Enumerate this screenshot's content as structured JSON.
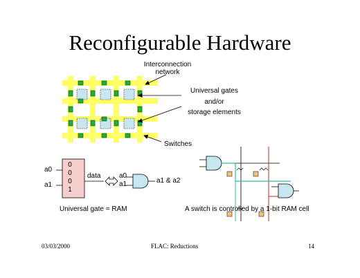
{
  "slide": {
    "title": "Reconfigurable Hardware"
  },
  "fpga_diagram": {
    "interconnect_line1": "Interconnection",
    "interconnect_line2": "network",
    "gates_line1": "Universal gates",
    "gates_line2": "and/or",
    "gates_line3": "storage elements",
    "switches": "Switches"
  },
  "ram_gate": {
    "input_a0": "a0",
    "input_a1": "a1",
    "bits": [
      "0",
      "0",
      "0",
      "1"
    ],
    "data_label": "data",
    "gate_in_a0": "a0",
    "gate_in_a1": "a1",
    "output": "a1 & a2",
    "caption": "Universal gate = RAM"
  },
  "switch_diagram": {
    "caption": "A switch is controlled by a 1-bit RAM cell"
  },
  "colors": {
    "interconnect": "#ffff66",
    "switch": "#22aa44",
    "gate_block": "#c8e6f0",
    "wire_teal": "#33bbaa",
    "wire_red": "#cc2222"
  },
  "footer": {
    "date": "03/03/2000",
    "course": "FLAC: Reductions",
    "page": "14"
  }
}
